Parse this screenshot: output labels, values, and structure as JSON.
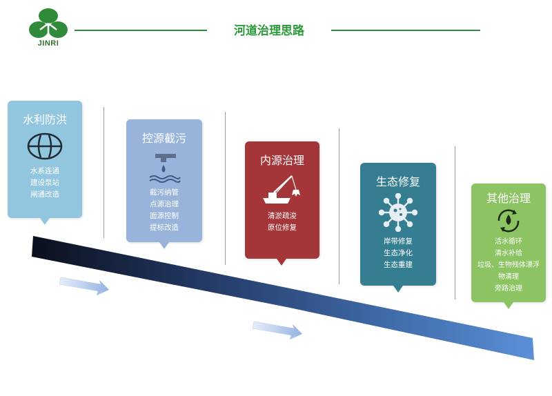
{
  "logo": {
    "text": "JINRI"
  },
  "page": {
    "title": "河道治理思路"
  },
  "colors": {
    "brand_green": "#2a9a3a",
    "card1": "#92c6de",
    "card2": "#98b4da",
    "card3": "#a43538",
    "card4": "#357e91",
    "card5": "#8dc463"
  },
  "cards": [
    {
      "title": "水利防洪",
      "icon": "river-circle-icon",
      "items": [
        "水系连通",
        "建设泵站",
        "闸通改造"
      ]
    },
    {
      "title": "控源截污",
      "icon": "faucet-drop-icon",
      "items": [
        "截污纳管",
        "点源治理",
        "面源控制",
        "提标改造"
      ]
    },
    {
      "title": "内源治理",
      "icon": "dredging-crane-icon",
      "items": [
        "清淤疏浚",
        "原位修复"
      ]
    },
    {
      "title": "生态修复",
      "icon": "microbe-icon",
      "items": [
        "岸带修复",
        "生态净化",
        "生态重建"
      ]
    },
    {
      "title": "其他治理",
      "icon": "water-cycle-icon",
      "items": [
        "活水循环",
        "清水补给",
        "垃圾、生物残体漂浮",
        "物清理",
        "旁路治理"
      ]
    }
  ]
}
